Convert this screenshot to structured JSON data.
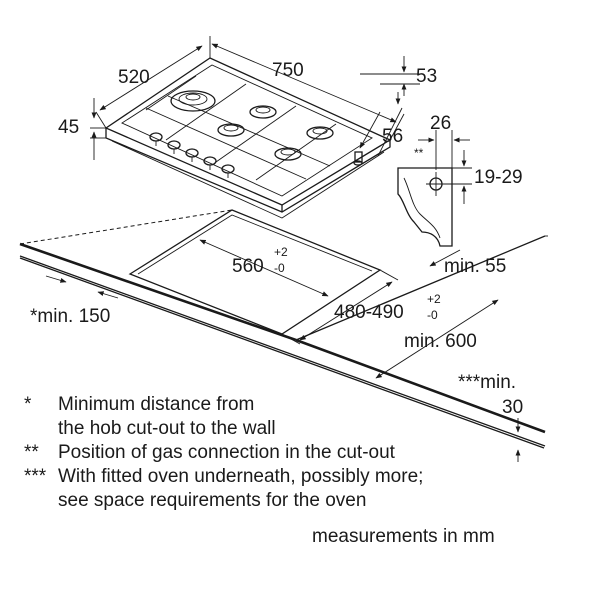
{
  "dimensions": {
    "width": "750",
    "depth": "520",
    "height": "45",
    "rear_offset": "53",
    "side_offset": "56",
    "gas_position": "26",
    "gas_marker": "**",
    "gas_height": "19-29",
    "worktop_edge": "min. 55",
    "cutout_width": "560",
    "cutout_width_tol_plus": "+2",
    "cutout_width_tol_minus": "-0",
    "cutout_depth": "480-490",
    "cutout_depth_tol_plus": "+2",
    "cutout_depth_tol_minus": "-0",
    "wall_distance": "*min. 150",
    "worktop_depth": "min. 600",
    "worktop_thickness_label": "***min.",
    "worktop_thickness": "30"
  },
  "notes": [
    {
      "mark": "*",
      "text": "Minimum distance from"
    },
    {
      "mark": "",
      "text": "the hob cut-out to the wall"
    },
    {
      "mark": "**",
      "text": "Position of gas connection in the cut-out"
    },
    {
      "mark": "***",
      "text": "With fitted oven underneath, possibly more;"
    },
    {
      "mark": "",
      "text": "see space requirements for the oven"
    }
  ],
  "units_note": "measurements in mm"
}
